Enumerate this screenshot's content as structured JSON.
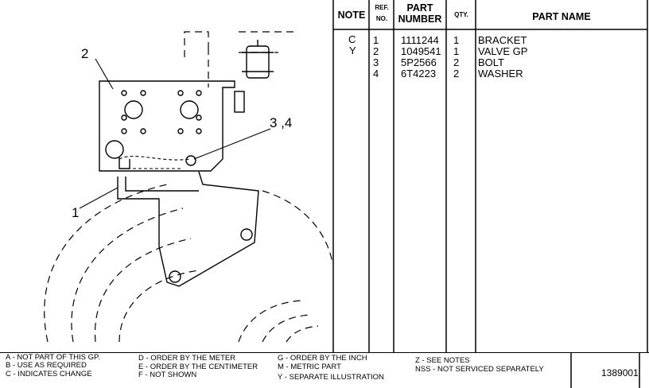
{
  "callouts": {
    "c1": "1",
    "c2": "2",
    "c34": "3 ,4"
  },
  "table": {
    "headers": {
      "note": "NOTE",
      "ref1": "REF.",
      "ref2": "NO.",
      "part1": "PART",
      "part2": "NUMBER",
      "qty": "QTY.",
      "name": "PART  NAME"
    },
    "rows": [
      {
        "note": "C",
        "ref": "1",
        "part": "1111244",
        "qty": "1",
        "name": "BRACKET"
      },
      {
        "note": "Y",
        "ref": "2",
        "part": "1049541",
        "qty": "1",
        "name": "VALVE GP"
      },
      {
        "note": "",
        "ref": "3",
        "part": "5P2566",
        "qty": "2",
        "name": "BOLT"
      },
      {
        "note": "",
        "ref": "4",
        "part": "6T4223",
        "qty": "2",
        "name": "WASHER"
      }
    ]
  },
  "legend": {
    "a": "A - NOT PART OF THIS GP.",
    "b": "B - USE AS REQUIRED",
    "c": "C - INDICATES CHANGE",
    "d": "D - ORDER BY THE METER",
    "e": "E - ORDER BY THE CENTIMETER",
    "f": "F - NOT SHOWN",
    "g": "G - ORDER BY THE INCH",
    "m": "M - METRIC PART",
    "y": "Y - SEPARATE ILLUSTRATION",
    "z": "Z - SEE NOTES",
    "nss": "NSS - NOT SERVICED SEPARATELY"
  },
  "doc_number": "1389001"
}
